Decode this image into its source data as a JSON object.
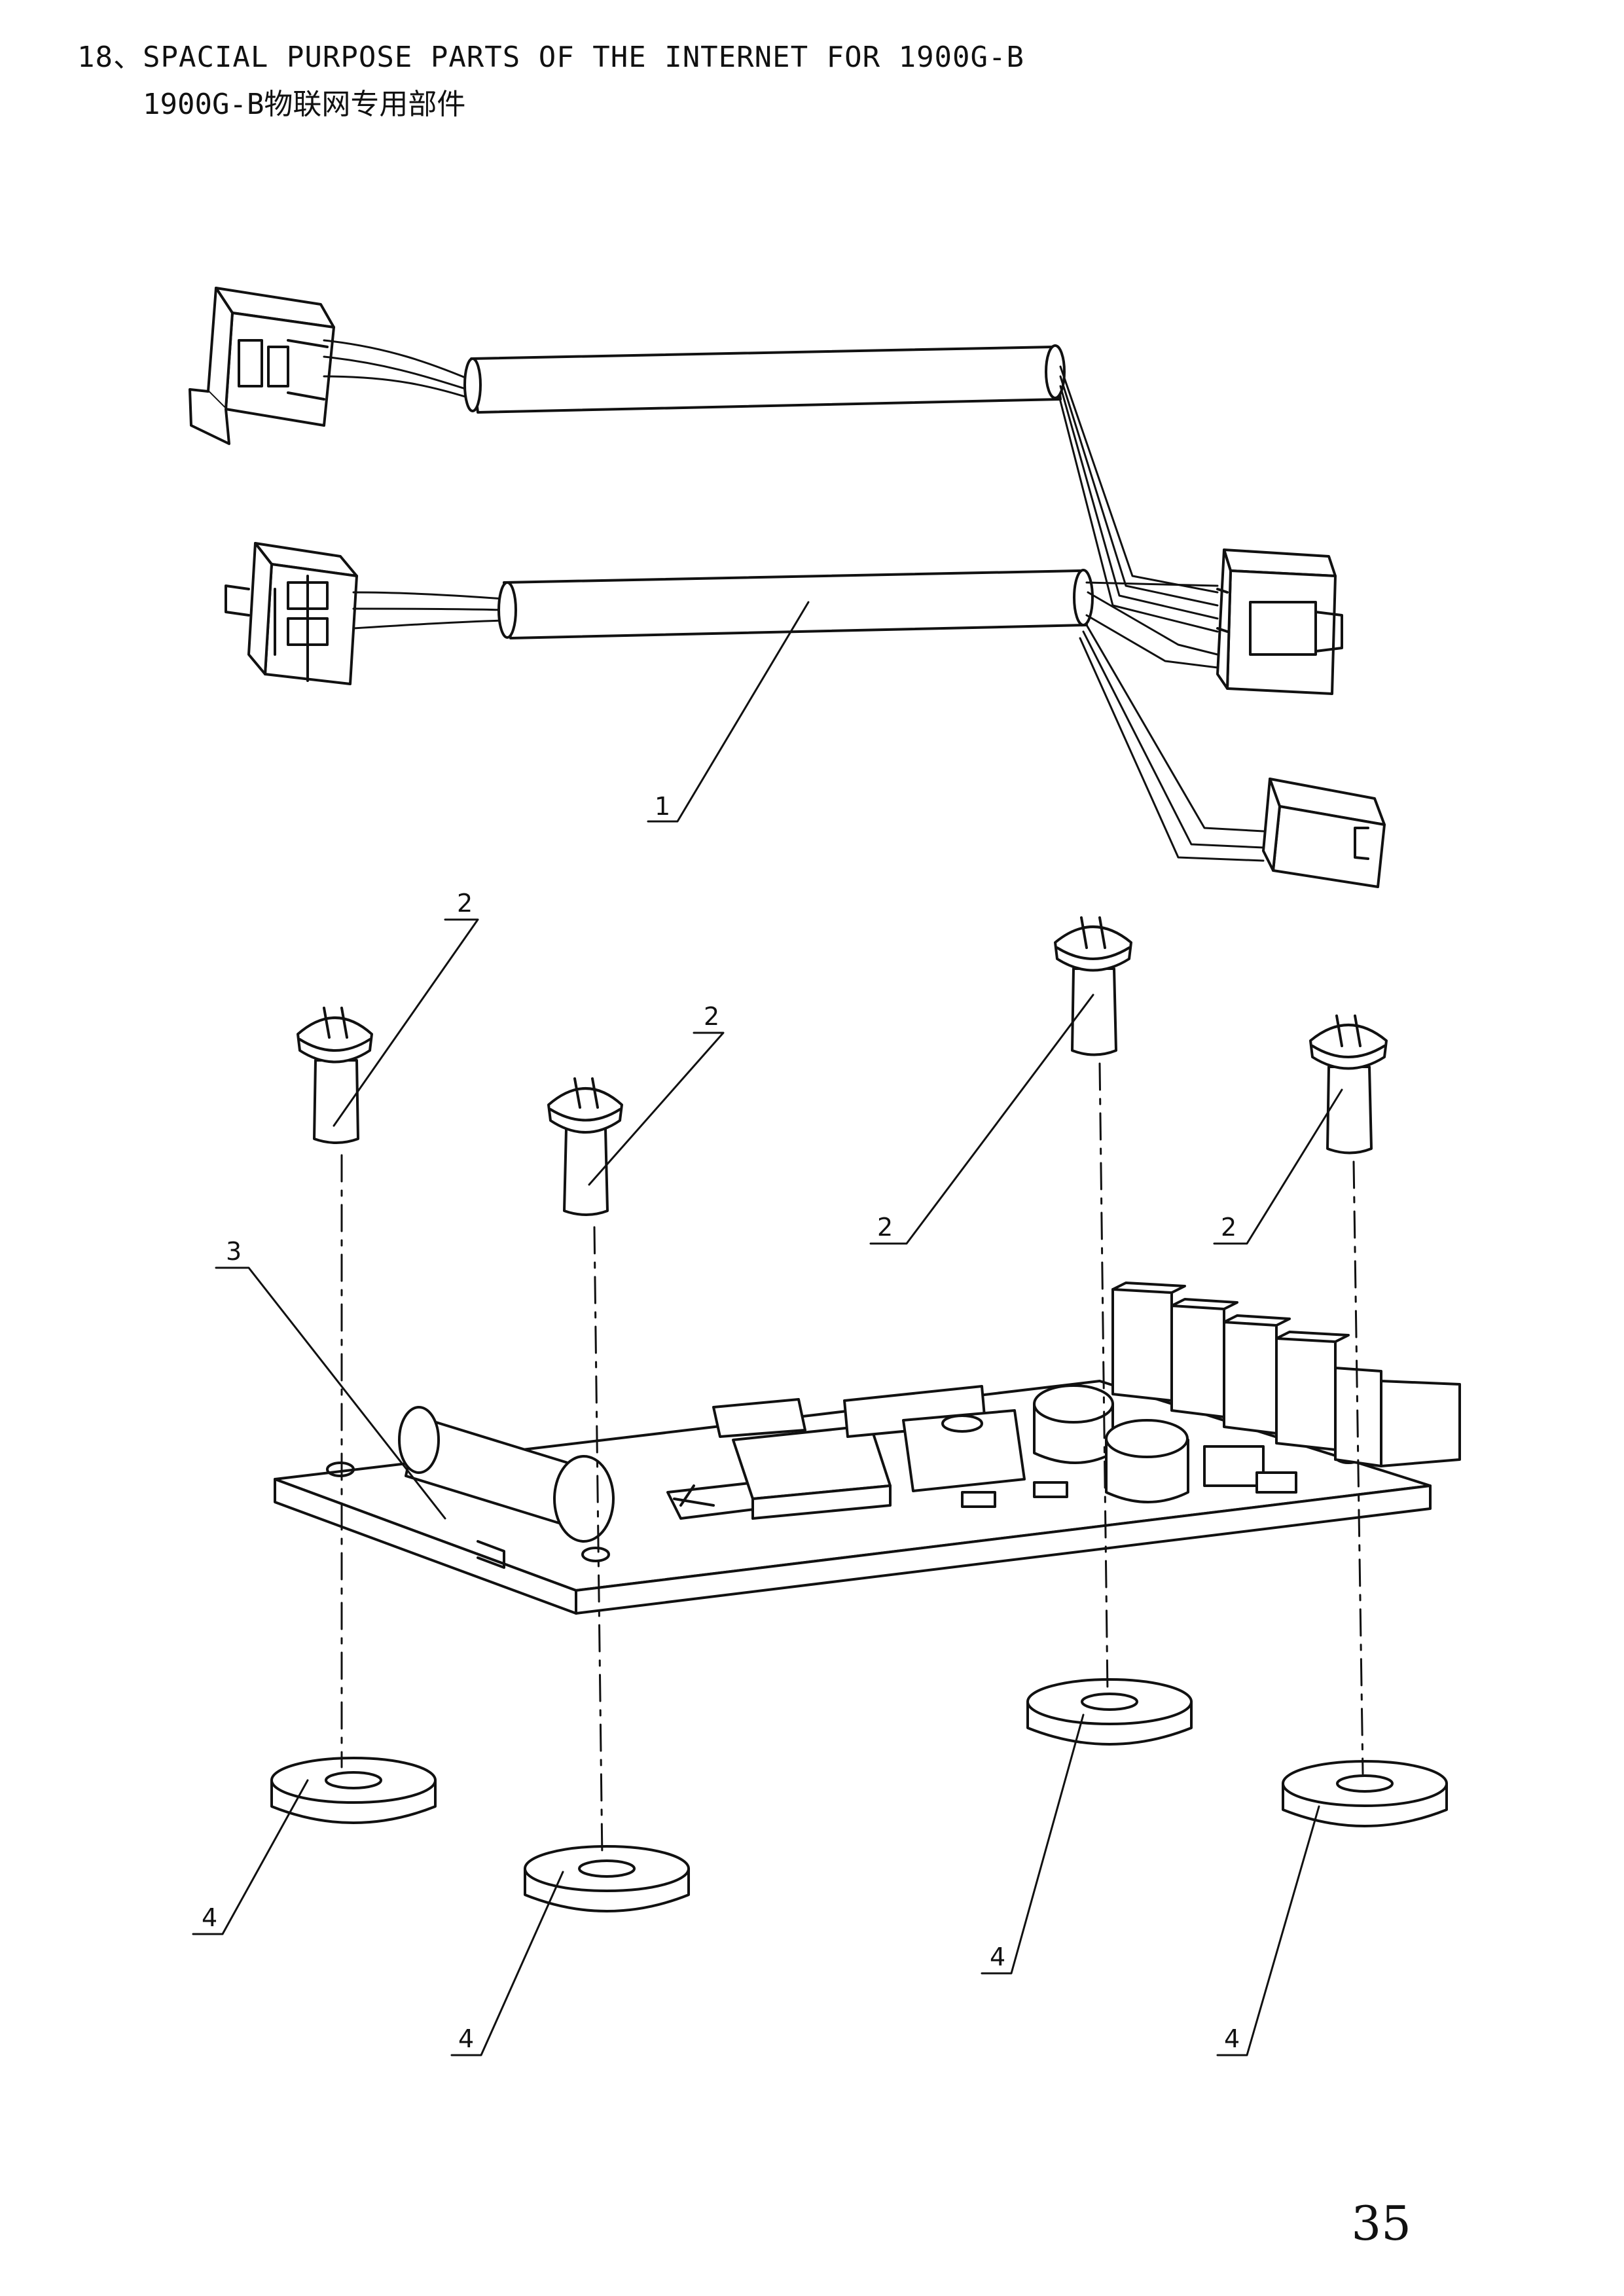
{
  "header": {
    "section_number": "18",
    "separator": "、",
    "title_en": "SPACIAL PURPOSE PARTS OF THE INTERNET FOR 1900G-B",
    "title_cn": "1900G-B物联网专用部件"
  },
  "callouts": {
    "cable": "1",
    "screw_1": "2",
    "screw_2": "2",
    "screw_3": "2",
    "screw_4": "2",
    "board": "3",
    "washer_1": "4",
    "washer_2": "4",
    "washer_3": "4",
    "washer_4": "4"
  },
  "page_number": "35"
}
